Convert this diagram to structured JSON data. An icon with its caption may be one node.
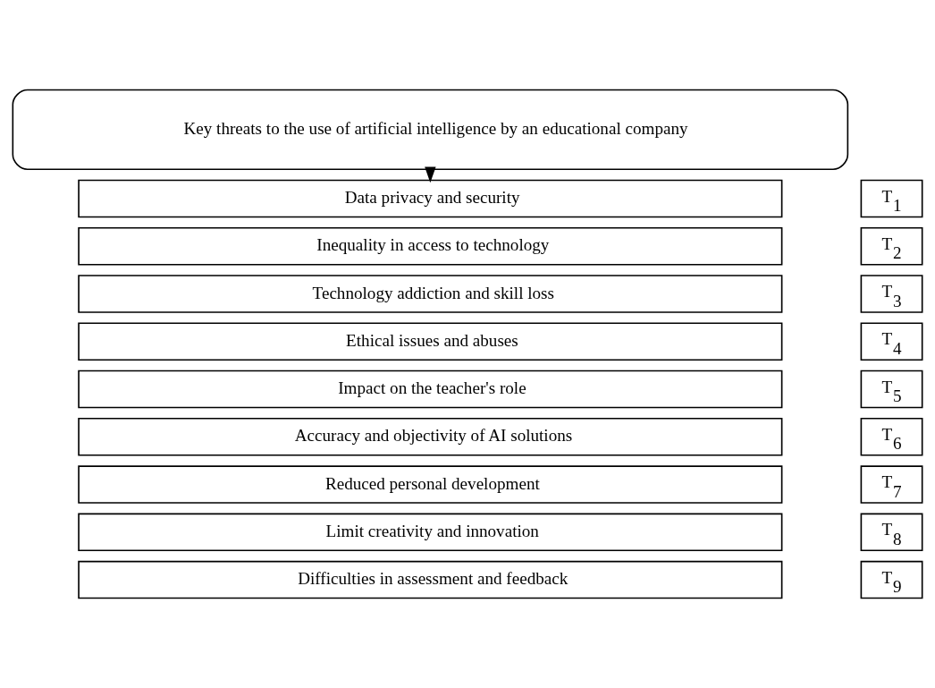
{
  "diagram": {
    "nodes": [
      {
        "text": [
          "Key threats to the use of artificial intelligence by an educational company"
        ]
      },
      {
        "text": [
          "Data privacy and security"
        ]
      },
      {
        "text": [
          "T$_{1}$"
        ]
      },
      {
        "text": [
          "Inequality in access to technology"
        ]
      },
      {
        "text": [
          "T$_{2}$"
        ]
      },
      {
        "text": [
          "Technology addiction and skill loss"
        ]
      },
      {
        "text": [
          "T$_{3}$"
        ]
      },
      {
        "text": [
          "Ethical issues and abuses"
        ]
      },
      {
        "text": [
          "T$_{4}$"
        ]
      },
      {
        "text": [
          "Impact on the teacher's role"
        ]
      },
      {
        "text": [
          "T$_{5}$"
        ]
      },
      {
        "text": [
          "Accuracy and objectivity of AI solutions"
        ]
      },
      {
        "text": [
          "T$_{6}$"
        ]
      },
      {
        "text": [
          "Reduced personal development"
        ]
      },
      {
        "text": [
          "T$_{7}$"
        ]
      },
      {
        "text": [
          "Limit creativity and innovation"
        ]
      },
      {
        "text": [
          "T$_{8}$"
        ]
      },
      {
        "text": [
          "Difficulties in assessment and feedback"
        ]
      },
      {
        "text": [
          "T$_{9}$"
        ]
      }
    ],
    "edges": [
      {
        "from": 0,
        "to": 1,
        "arrow": "to"
      }
    ]
  }
}
